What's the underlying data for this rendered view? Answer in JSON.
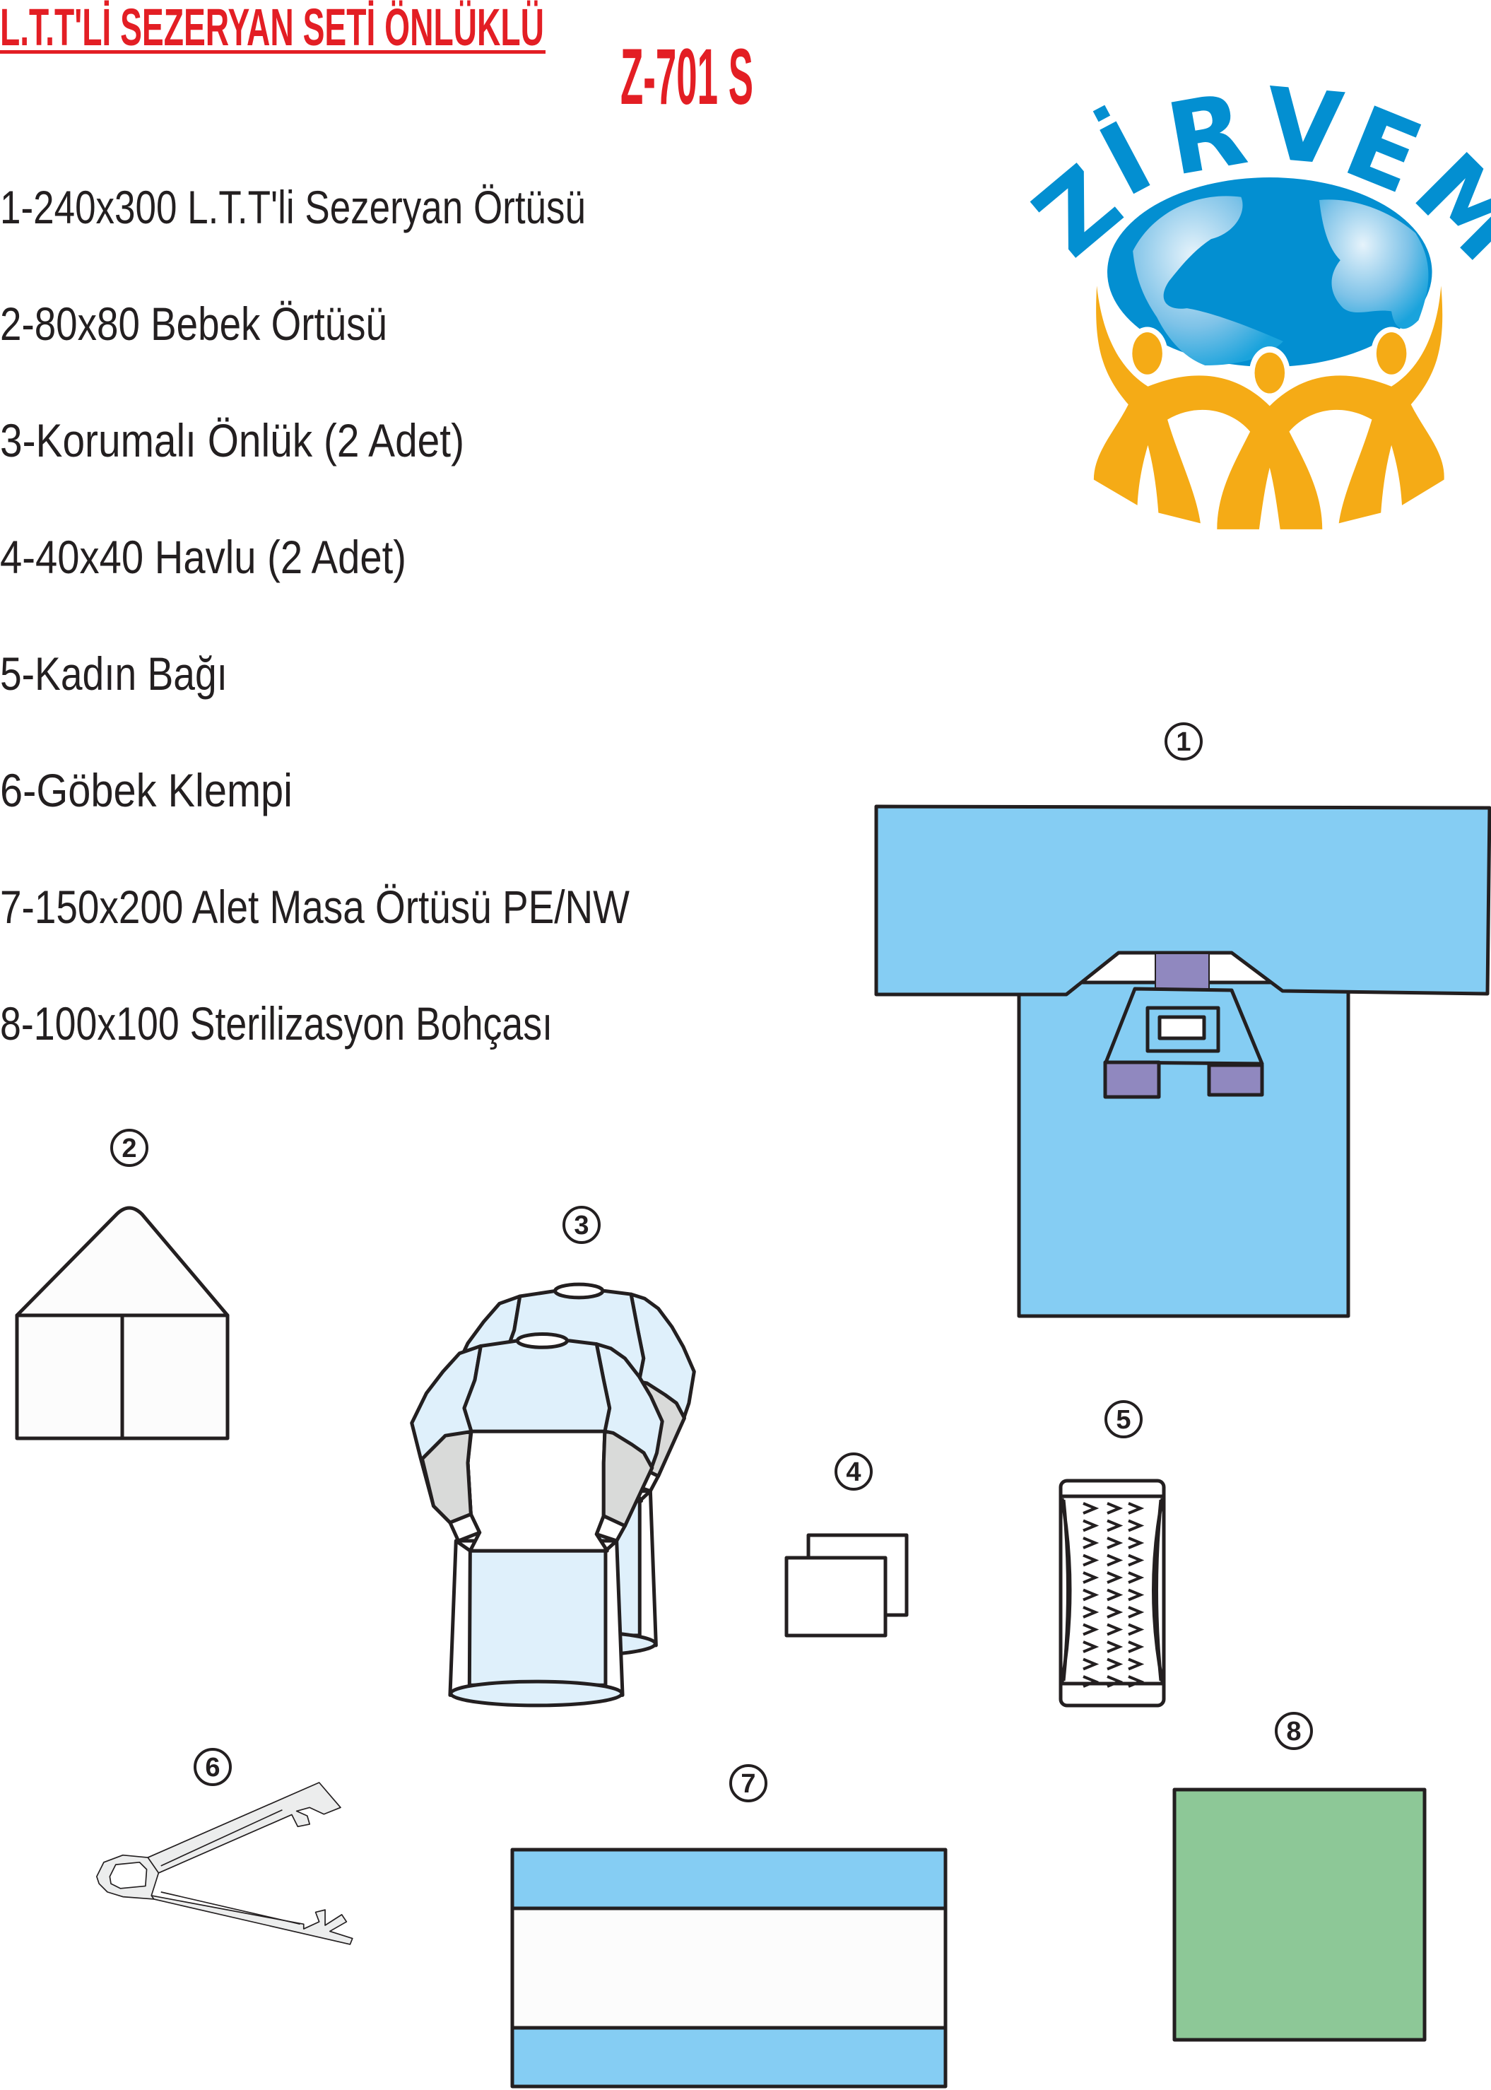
{
  "header": {
    "title": "L.T.T'Lİ SEZERYAN SETİ ÖNLÜKLÜ",
    "model_code": "Z-701 S"
  },
  "logo": {
    "text": "ZİRVEM"
  },
  "items": [
    {
      "label": "1-240x300 L.T.T'li Sezeryan Örtüsü",
      "number": "1"
    },
    {
      "label": "2-80x80 Bebek Örtüsü",
      "number": "2"
    },
    {
      "label": "3-Korumalı Önlük (2 Adet)",
      "number": "3"
    },
    {
      "label": "4-40x40 Havlu (2 Adet)",
      "number": "4"
    },
    {
      "label": "5-Kadın Bağı",
      "number": "5"
    },
    {
      "label": "6-Göbek Klempi",
      "number": "6"
    },
    {
      "label": "7-150x200 Alet Masa Örtüsü PE/NW",
      "number": "7"
    },
    {
      "label": "8-100x100 Sterilizasyon Bohçası",
      "number": "8"
    }
  ],
  "colors": {
    "title_red": "#e31e24",
    "drape_blue": "#85cdf3",
    "patch_purple": "#9088bf",
    "gown_blue": "#dff0fb",
    "sleeve_gray": "#d9dad9",
    "wrap_green": "#8dc897",
    "logo_blue": "#038fd1",
    "logo_orange": "#f5ab16"
  }
}
